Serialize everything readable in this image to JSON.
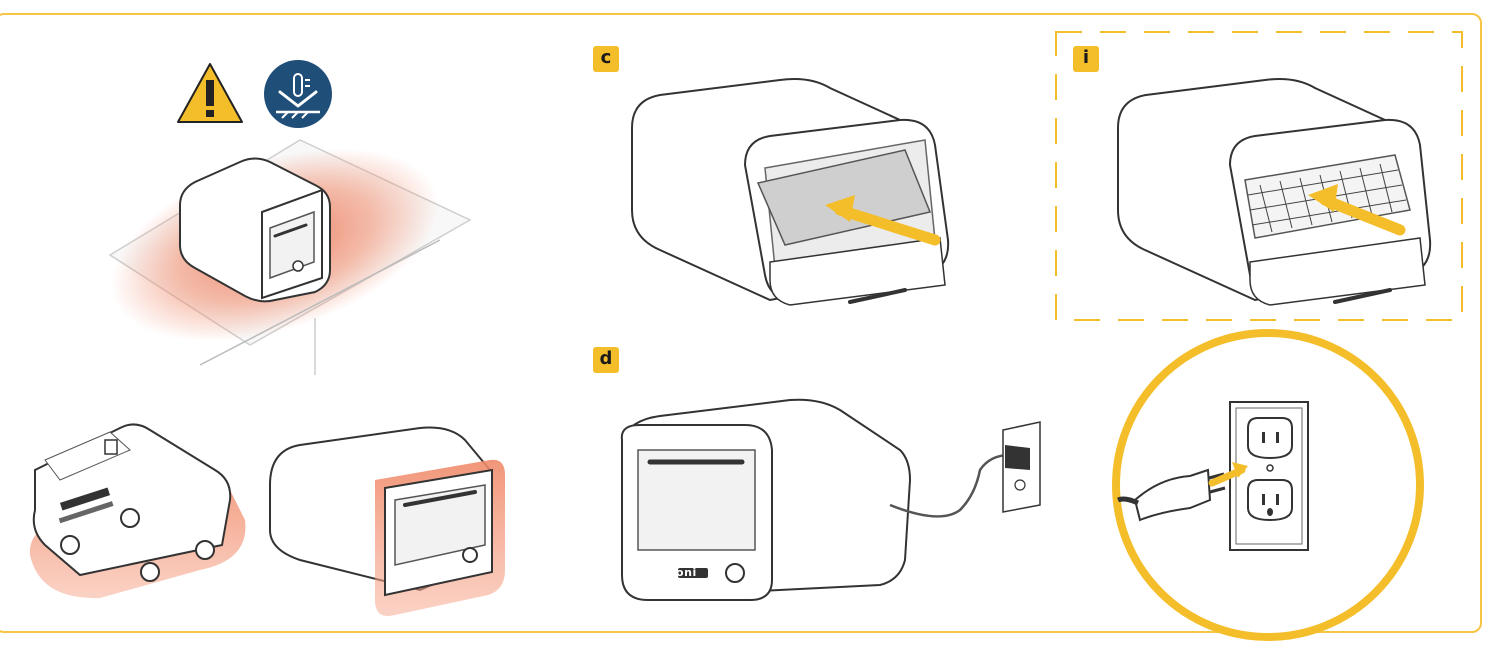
{
  "steps": {
    "c": "c",
    "d": "d",
    "i": "i"
  },
  "brand": {
    "logo": "ooni"
  },
  "icons": {
    "warning": "warning-triangle-icon",
    "heat_surface": "heat-resistant-surface-icon"
  },
  "colors": {
    "accent": "#F4BE2B",
    "frame": "#F6C544",
    "heat": "#F08A6A",
    "icon_blue": "#1F4E79"
  }
}
